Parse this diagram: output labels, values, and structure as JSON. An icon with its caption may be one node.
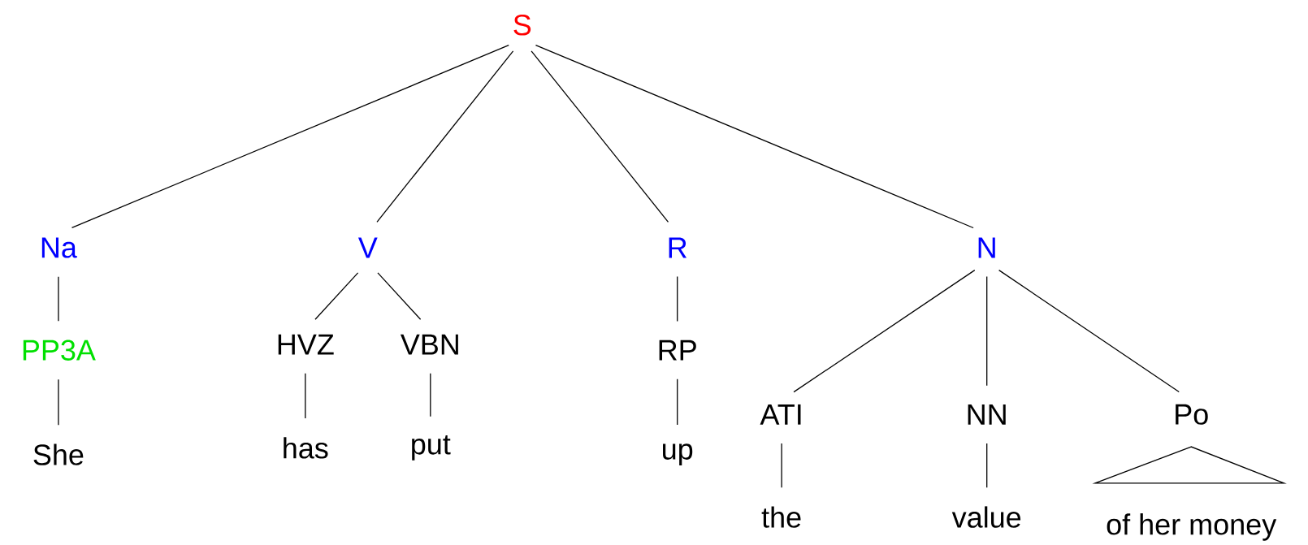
{
  "diagram": {
    "nodes": [
      {
        "text": [
          "S"
        ]
      },
      {
        "text": [
          "Na"
        ]
      },
      {
        "text": [
          "V"
        ]
      },
      {
        "text": [
          "R"
        ]
      },
      {
        "text": [
          "N"
        ]
      },
      {
        "text": [
          "PP3A"
        ]
      },
      {
        "text": [
          "She"
        ]
      },
      {
        "text": [
          "HVZ"
        ]
      },
      {
        "text": [
          "VBN"
        ]
      },
      {
        "text": [
          "has"
        ]
      },
      {
        "text": [
          "put"
        ]
      },
      {
        "text": [
          "RP"
        ]
      },
      {
        "text": [
          "up"
        ]
      },
      {
        "text": [
          "ATI"
        ]
      },
      {
        "text": [
          "NN"
        ]
      },
      {
        "text": [
          "Po"
        ]
      },
      {
        "text": [
          "the"
        ]
      },
      {
        "text": [
          "value"
        ]
      },
      {
        "text": [
          "of her money"
        ]
      }
    ],
    "edges": [
      {
        "from": 0,
        "to": 1,
        "arrow": "none"
      },
      {
        "from": 0,
        "to": 2,
        "arrow": "none"
      },
      {
        "from": 0,
        "to": 3,
        "arrow": "none"
      },
      {
        "from": 0,
        "to": 4,
        "arrow": "none"
      },
      {
        "from": 1,
        "to": 5,
        "arrow": "none"
      },
      {
        "from": 5,
        "to": 6,
        "arrow": "none"
      },
      {
        "from": 2,
        "to": 7,
        "arrow": "none"
      },
      {
        "from": 2,
        "to": 8,
        "arrow": "none"
      },
      {
        "from": 7,
        "to": 9,
        "arrow": "none"
      },
      {
        "from": 8,
        "to": 10,
        "arrow": "none"
      },
      {
        "from": 3,
        "to": 11,
        "arrow": "none"
      },
      {
        "from": 11,
        "to": 12,
        "arrow": "none"
      },
      {
        "from": 4,
        "to": 13,
        "arrow": "none"
      },
      {
        "from": 4,
        "to": 14,
        "arrow": "none"
      },
      {
        "from": 4,
        "to": 15,
        "arrow": "none"
      },
      {
        "from": 13,
        "to": 16,
        "arrow": "none"
      },
      {
        "from": 14,
        "to": 17,
        "arrow": "none"
      },
      {
        "from": 15,
        "to": 18,
        "arrow": "none"
      }
    ]
  }
}
